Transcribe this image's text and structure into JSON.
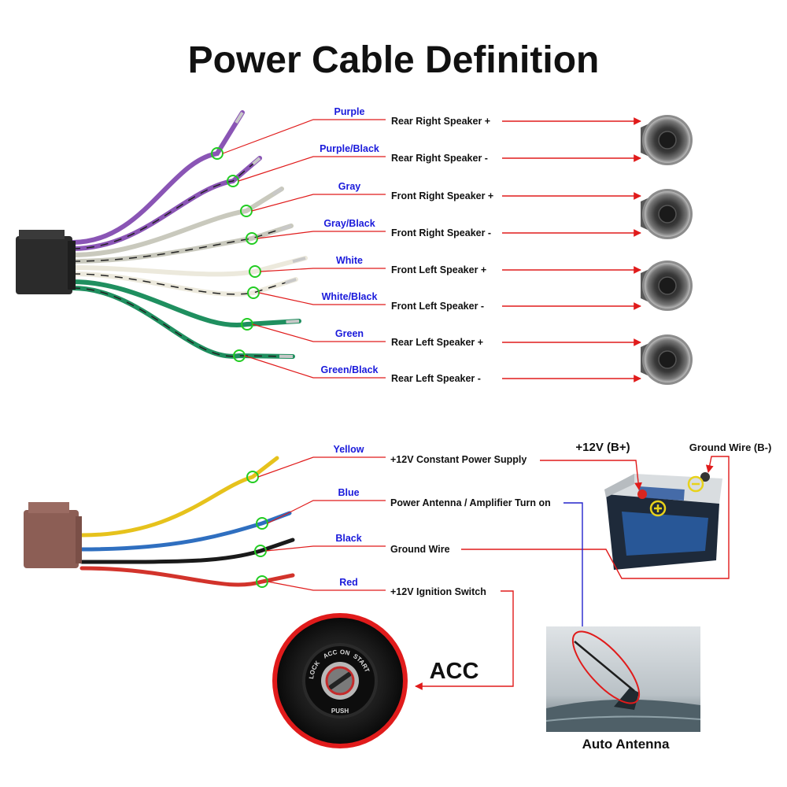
{
  "title": "Power Cable Definition",
  "speaker_wires": [
    {
      "color_name": "Purple",
      "function": "Rear Right Speaker +",
      "wire_color": "#8a55b5",
      "stripe": ""
    },
    {
      "color_name": "Purple/Black",
      "function": "Rear Right Speaker -",
      "wire_color": "#8a55b5",
      "stripe": "#222222"
    },
    {
      "color_name": "Gray",
      "function": "Front Right Speaker +",
      "wire_color": "#c9c9bd",
      "stripe": ""
    },
    {
      "color_name": "Gray/Black",
      "function": "Front Right Speaker -",
      "wire_color": "#c9c9bd",
      "stripe": "#222222"
    },
    {
      "color_name": "White",
      "function": "Front Left Speaker +",
      "wire_color": "#ece9dc",
      "stripe": ""
    },
    {
      "color_name": "White/Black",
      "function": "Front Left Speaker -",
      "wire_color": "#ece9dc",
      "stripe": "#222222"
    },
    {
      "color_name": "Green",
      "function": "Rear Left Speaker +",
      "wire_color": "#1f8f5f",
      "stripe": ""
    },
    {
      "color_name": "Green/Black",
      "function": "Rear Left Speaker -",
      "wire_color": "#1f8f5f",
      "stripe": "#222222"
    }
  ],
  "power_wires": [
    {
      "color_name": "Yellow",
      "function": "+12V Constant Power Supply",
      "wire_color": "#e6c21c"
    },
    {
      "color_name": "Blue",
      "function": "Power Antenna / Amplifier Turn on",
      "wire_color": "#2f6fc0"
    },
    {
      "color_name": "Black",
      "function": "Ground Wire",
      "wire_color": "#1a1a1a"
    },
    {
      "color_name": "Red",
      "function": "+12V  Ignition Switch",
      "wire_color": "#d2332b"
    }
  ],
  "battery": {
    "positive_label": "+12V  (B+)",
    "negative_label": "Ground Wire (B-)"
  },
  "acc_label": "ACC",
  "ignition_labels": [
    "LOCK",
    "ACC",
    "ON",
    "START",
    "PUSH"
  ],
  "antenna_caption": "Auto Antenna",
  "colors": {
    "label_blue": "#1a1adb",
    "arrow_red": "#e01b1b",
    "arrow_blue": "#2424cc",
    "marker_green": "#22cc22"
  }
}
